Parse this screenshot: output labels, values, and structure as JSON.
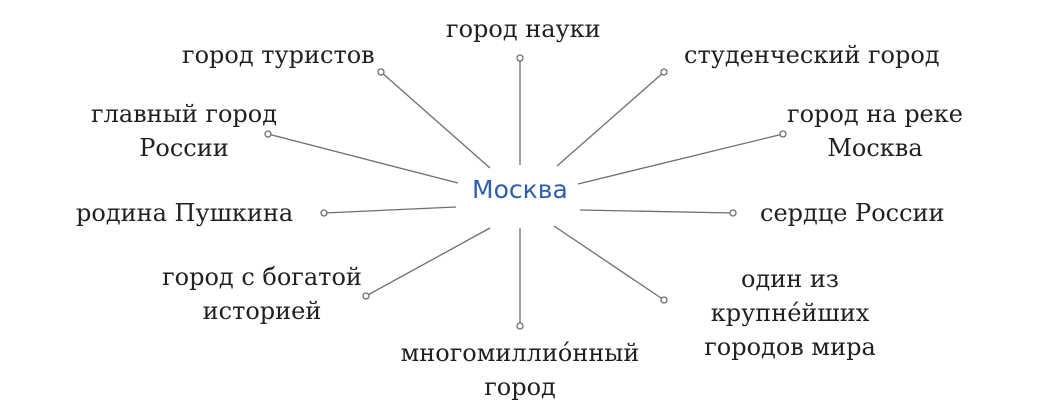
{
  "center": {
    "label": "Москва",
    "color": "#2f5fa8"
  },
  "nodes": {
    "science": {
      "line1": "город науки"
    },
    "tourists": {
      "line1": "город туристов"
    },
    "students": {
      "line1": "студенческий город"
    },
    "capital": {
      "line1": "главный город",
      "line2": "России"
    },
    "river": {
      "line1": "город на реке",
      "line2": "Москва"
    },
    "pushkin": {
      "line1": "родина Пушкина"
    },
    "heart": {
      "line1": "сердце России"
    },
    "history": {
      "line1": "город с богатой",
      "line2": "историей"
    },
    "largest": {
      "line1": "один из",
      "line2": "крупне́йших",
      "line3": "городов мира"
    },
    "million": {
      "line1": "многомиллио́нный",
      "line2": "город"
    }
  },
  "line_color": "#6d6e71",
  "text_color": "#231f20"
}
